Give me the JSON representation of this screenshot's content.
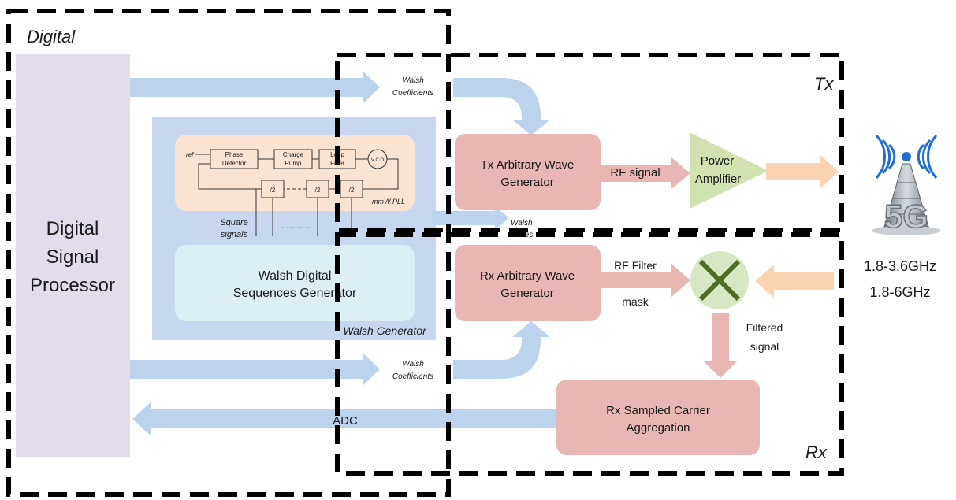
{
  "regions": {
    "digital": "Digital",
    "tx": "Tx",
    "rx": "Rx"
  },
  "dsp": {
    "line1": "Digital",
    "line2": "Signal",
    "line3": "Processor"
  },
  "walsh_generator": {
    "label": "Walsh Generator",
    "pll": {
      "label": "mmW PLL",
      "ref": "ref",
      "phase_detector": [
        "Phase",
        "Detector"
      ],
      "charge_pump": [
        "Charge",
        "Pump"
      ],
      "loop_filter": [
        "Loop",
        "Filter"
      ],
      "vco": "V C O",
      "divider": "/2"
    },
    "square_signals": [
      "Square",
      "signals"
    ],
    "dots": "...........",
    "sequences": [
      "Walsh Digital",
      "Sequences Generator"
    ]
  },
  "signals": {
    "walsh_coeff_top": [
      "Walsh",
      "Coefficients"
    ],
    "walsh_coeff_bottom": [
      "Walsh",
      "Coefficients"
    ],
    "walsh_series": [
      "Walsh",
      "Series"
    ],
    "rf_signal": "RF signal",
    "rf_filter": "RF Filter",
    "mask": "mask",
    "filtered": [
      "Filtered",
      "signal"
    ],
    "adc": "ADC"
  },
  "blocks": {
    "tx_awg": [
      "Tx Arbitrary Wave",
      "Generator"
    ],
    "power_amp": [
      "Power",
      "Amplifier"
    ],
    "rx_awg": [
      "Rx Arbitrary Wave",
      "Generator"
    ],
    "rx_sca": [
      "Rx Sampled Carrier",
      "Aggregation"
    ]
  },
  "antenna": {
    "label": "5G",
    "freq1": "1.8-3.6GHz",
    "freq2": "1.8-6GHz"
  },
  "colors": {
    "dsp": "#e3dcea",
    "walsh_bg": "#c6d7ef",
    "pll_bg": "#fbe3d2",
    "seq_bg": "#dbeff5",
    "block": "#e8b6b3",
    "pa": "#cfe2b0",
    "arrow_blue": "#bcd3ee",
    "arrow_orange": "#fad3b3",
    "mixer": "#d8e7c3",
    "mixer_x": "#4d6b25"
  }
}
